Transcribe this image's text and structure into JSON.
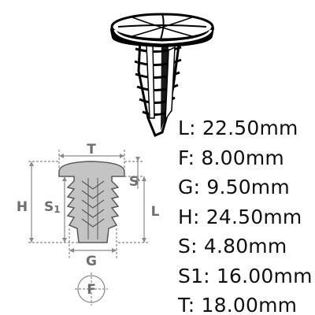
{
  "dimension_labels": {
    "t": "T",
    "h": "H",
    "s1_base": "S",
    "s1_sub": "1",
    "s": "S",
    "l": "L",
    "g": "G",
    "f": "F"
  },
  "specs": [
    {
      "text": "L: 22.50mm"
    },
    {
      "text": "F: 8.00mm"
    },
    {
      "text": "G: 9.50mm"
    },
    {
      "text": "H: 24.50mm"
    },
    {
      "text": "S: 4.80mm"
    },
    {
      "text": "S1: 16.00mm"
    },
    {
      "text": "T: 18.00mm"
    }
  ],
  "colors": {
    "part_fill": "#c4c4c4",
    "dimension_lines": "#8a8a8a",
    "spec_text": "#111111"
  }
}
